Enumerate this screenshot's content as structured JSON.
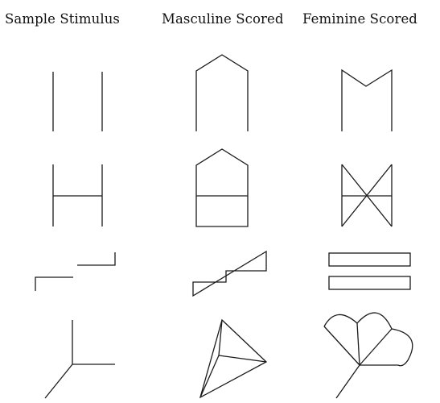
{
  "columns": {
    "sample": "Sample Stimulus",
    "masculine": "Masculine Scored",
    "feminine": "Feminine Scored"
  }
}
